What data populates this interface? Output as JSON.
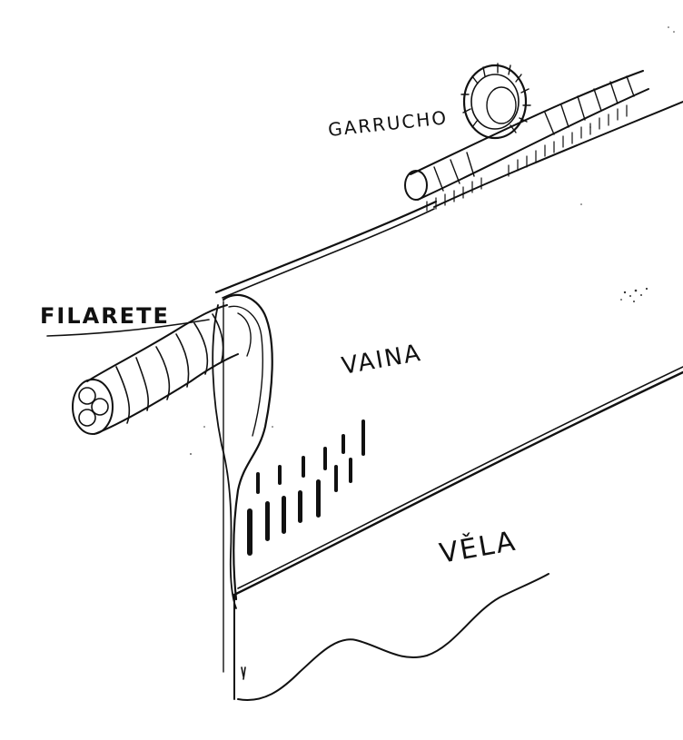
{
  "labels": {
    "garrucho": "GARRUCHO",
    "filarete": "FILARETE",
    "vaina": "VAINA",
    "vela": "VĚLA"
  },
  "colors": {
    "ink": "#111111",
    "paper": "#ffffff"
  }
}
